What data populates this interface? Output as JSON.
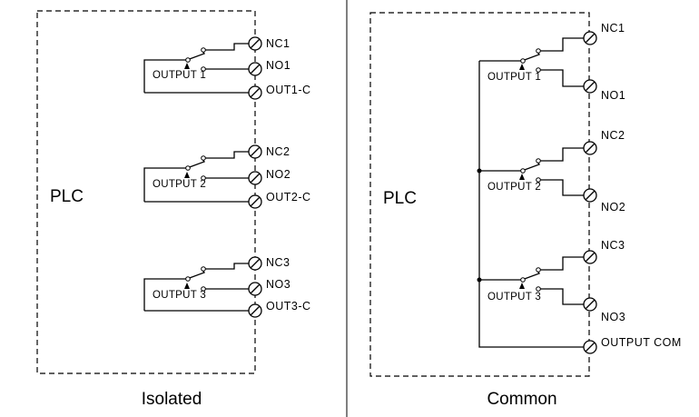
{
  "isolated": {
    "caption": "Isolated",
    "block_label": "PLC",
    "outputs": [
      {
        "label": "OUTPUT 1",
        "nc": "NC1",
        "no": "NO1",
        "com": "OUT1-C"
      },
      {
        "label": "OUTPUT 2",
        "nc": "NC2",
        "no": "NO2",
        "com": "OUT2-C"
      },
      {
        "label": "OUTPUT 3",
        "nc": "NC3",
        "no": "NO3",
        "com": "OUT3-C"
      }
    ]
  },
  "common": {
    "caption": "Common",
    "block_label": "PLC",
    "outputs": [
      {
        "label": "OUTPUT 1",
        "nc": "NC1",
        "no": "NO1"
      },
      {
        "label": "OUTPUT 2",
        "nc": "NC2",
        "no": "NO2"
      },
      {
        "label": "OUTPUT 3",
        "nc": "NC3",
        "no": "NO3"
      }
    ],
    "com_terminal": "OUTPUT COM"
  }
}
